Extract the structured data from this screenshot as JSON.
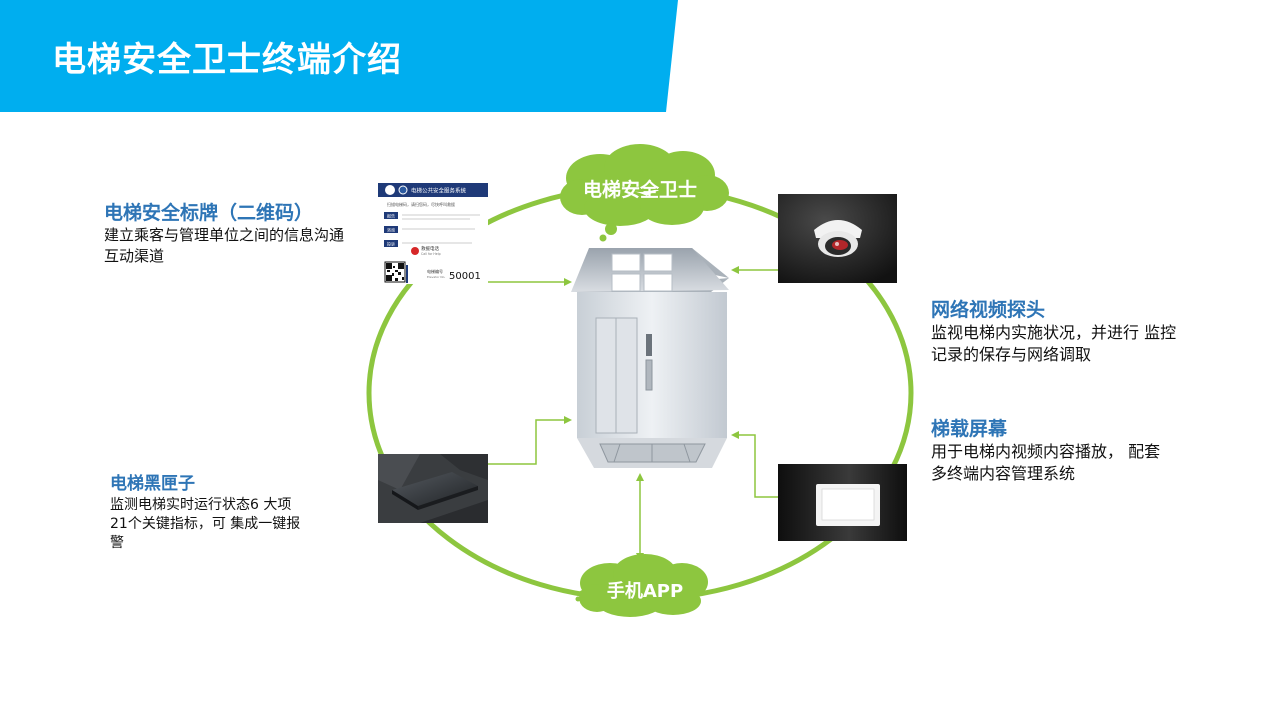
{
  "slide": {
    "title": "电梯安全卫士终端介绍"
  },
  "colors": {
    "header": "#00aeef",
    "ring": "#8dc63f",
    "cloud": "#8dc63f",
    "title_text": "#2e75b6",
    "connector": "#8dc63f"
  },
  "center": {
    "top_cloud_label": "电梯安全卫士",
    "bottom_cloud_label": "手机APP"
  },
  "blocks": {
    "qr_sign": {
      "title": "电梯安全标牌（二维码）",
      "desc_lines": [
        "建立乘客与管理单位之间的信息沟通",
        "互动渠道"
      ]
    },
    "black_box": {
      "title": "电梯黑匣子",
      "desc_lines": [
        "监测电梯实时运行状态6 大项",
        "21个关键指标，可 集成一键报",
        "警"
      ]
    },
    "camera": {
      "title": "网络视频探头",
      "desc_lines": [
        "监视电梯内实施状况，并进行 监控",
        "记录的保存与网络调取"
      ]
    },
    "screen": {
      "title": "梯载屏幕",
      "desc_lines": [
        "用于电梯内视频内容播放， 配套",
        "多终端内容管理系统"
      ]
    }
  },
  "qr_card": {
    "header": "电梯公共安全服务系统",
    "line1": "扫描电梯码，请扫您码，尽快呼叫救援",
    "btn1": "报告",
    "btn2": "咨询",
    "btn3": "投诉",
    "hotline_label": "救援电话",
    "hotline_sub": "Call for Help",
    "number_label": "电梯编号",
    "number_sub": "Elevator No.",
    "number": "50001"
  }
}
